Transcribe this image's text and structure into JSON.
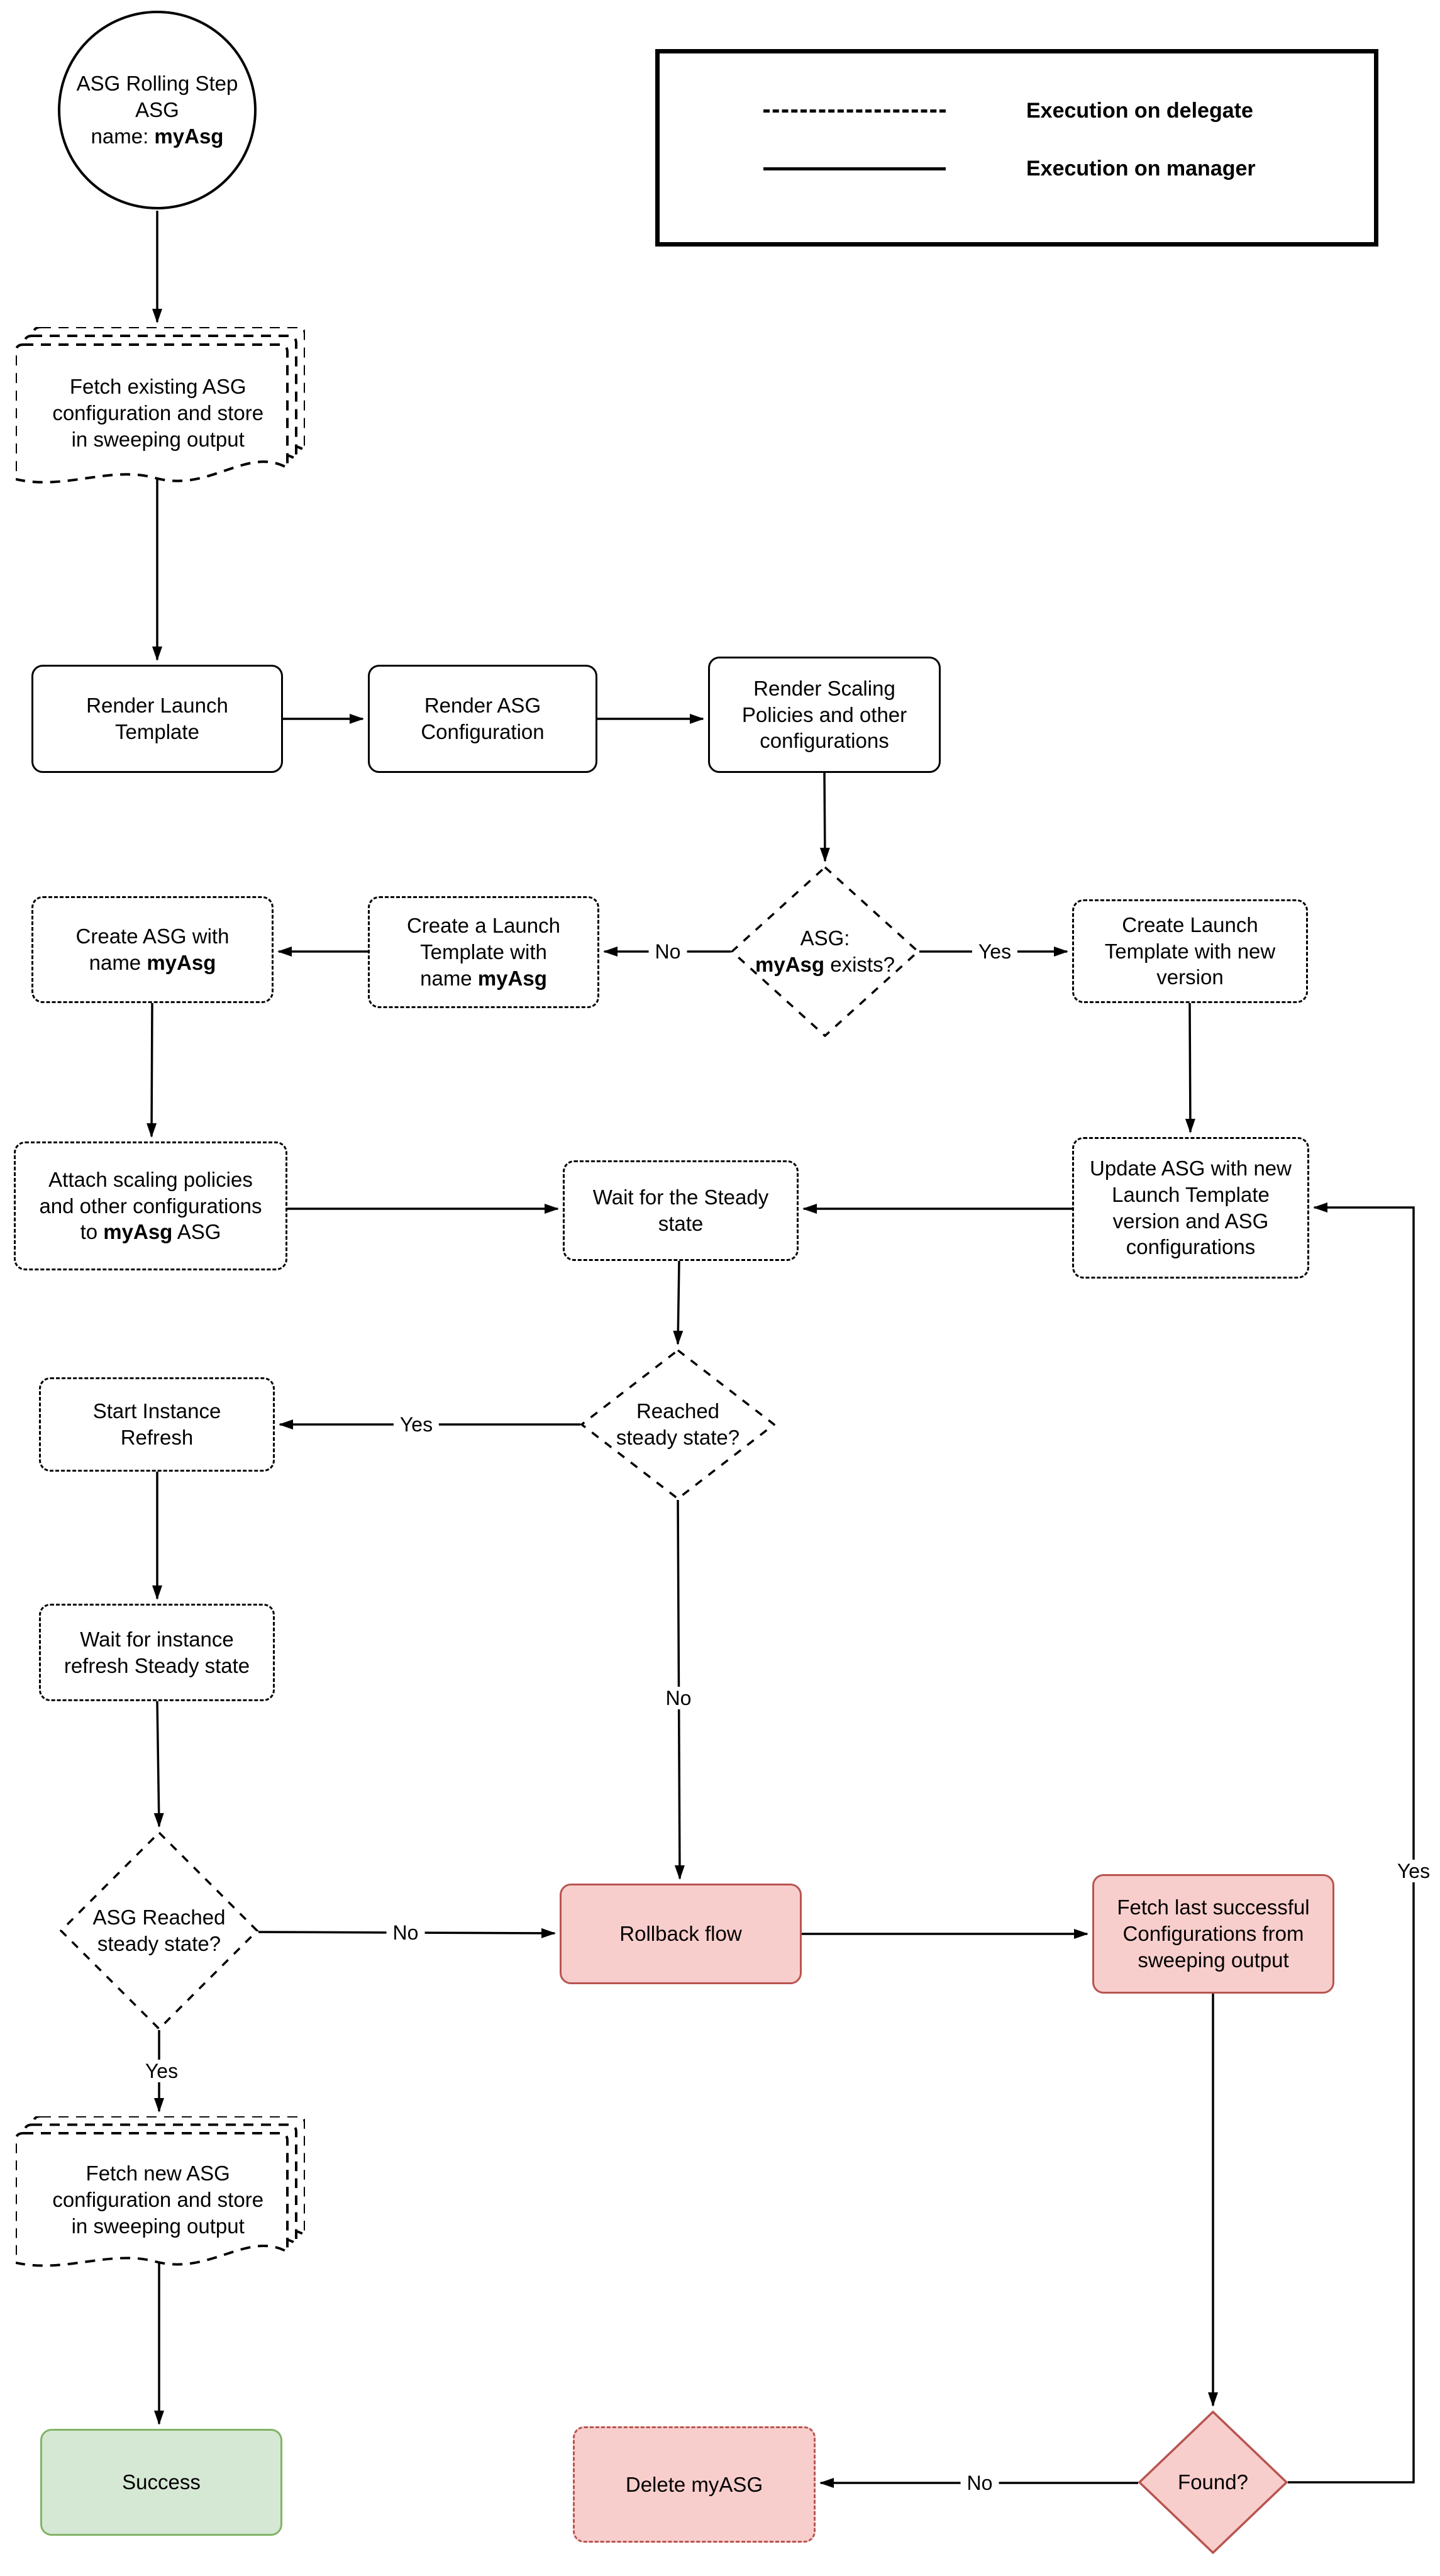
{
  "diagram": {
    "colors": {
      "line": "#000000",
      "danger_fill": "#f8cecc",
      "danger_border": "#b85450",
      "success_fill": "#d5e8d4",
      "success_border": "#82b366"
    },
    "legend": {
      "items": [
        {
          "id": "delegate",
          "line_style": "dashed",
          "label": "Execution on delegate"
        },
        {
          "id": "manager",
          "line_style": "solid",
          "label": "Execution on manager"
        }
      ]
    },
    "nodes": [
      {
        "id": "start",
        "shape": "circle",
        "exec": "manager",
        "label": "ASG Rolling Step\nASG\nname: **myAsg**"
      },
      {
        "id": "fetch-existing",
        "shape": "document-stack",
        "exec": "delegate",
        "label": "Fetch existing ASG\nconfiguration and store\nin sweeping output"
      },
      {
        "id": "render-launch-template",
        "shape": "rect",
        "exec": "manager",
        "label": "Render Launch\nTemplate"
      },
      {
        "id": "render-asg-config",
        "shape": "rect",
        "exec": "manager",
        "label": "Render ASG\nConfiguration"
      },
      {
        "id": "render-scaling",
        "shape": "rect",
        "exec": "manager",
        "label": "Render Scaling\nPolicies and other\nconfigurations"
      },
      {
        "id": "asg-exists",
        "shape": "diamond",
        "exec": "delegate",
        "label": "ASG:\n**myAsg** exists?"
      },
      {
        "id": "create-launch-template-myasg",
        "shape": "rect",
        "exec": "delegate",
        "label": "Create a Launch\nTemplate with\nname **myAsg**"
      },
      {
        "id": "create-asg",
        "shape": "rect",
        "exec": "delegate",
        "label": "Create ASG with\nname **myAsg**"
      },
      {
        "id": "create-launch-template-new",
        "shape": "rect",
        "exec": "delegate",
        "label": "Create Launch\nTemplate with new\nversion"
      },
      {
        "id": "attach-scaling",
        "shape": "rect",
        "exec": "delegate",
        "label": "Attach scaling policies\nand other configurations\nto **myAsg** ASG"
      },
      {
        "id": "wait-steady",
        "shape": "rect",
        "exec": "delegate",
        "label": "Wait for the Steady\nstate"
      },
      {
        "id": "update-asg",
        "shape": "rect",
        "exec": "delegate",
        "label": "Update ASG with new\nLaunch Template\nversion and ASG\nconfigurations"
      },
      {
        "id": "reached-steady",
        "shape": "diamond",
        "exec": "delegate",
        "label": "Reached\nsteady state?"
      },
      {
        "id": "start-instance-refresh",
        "shape": "rect",
        "exec": "delegate",
        "label": "Start Instance\nRefresh"
      },
      {
        "id": "wait-instance-refresh",
        "shape": "rect",
        "exec": "delegate",
        "label": "Wait for instance\nrefresh Steady state"
      },
      {
        "id": "asg-reached-steady",
        "shape": "diamond",
        "exec": "delegate",
        "label": "ASG Reached\nsteady state?"
      },
      {
        "id": "rollback-flow",
        "shape": "rect",
        "exec": "manager",
        "variant": "danger",
        "label": "Rollback flow"
      },
      {
        "id": "fetch-last-successful",
        "shape": "rect",
        "exec": "manager",
        "variant": "danger",
        "label": "Fetch last successful\nConfigurations from\nsweeping output"
      },
      {
        "id": "fetch-new",
        "shape": "document-stack",
        "exec": "delegate",
        "label": "Fetch new ASG\nconfiguration and store\nin sweeping output"
      },
      {
        "id": "success",
        "shape": "rect",
        "exec": "manager",
        "variant": "success",
        "label": "Success"
      },
      {
        "id": "delete-myasg",
        "shape": "rect",
        "exec": "delegate",
        "variant": "danger",
        "label": "Delete myASG"
      },
      {
        "id": "found",
        "shape": "diamond",
        "exec": "manager",
        "variant": "danger",
        "label": "Found?"
      }
    ],
    "edges": [
      {
        "id": "start-fetch"
      },
      {
        "id": "fetch-render"
      },
      {
        "id": "render1-render2"
      },
      {
        "id": "render2-render3"
      },
      {
        "id": "render3-exists"
      },
      {
        "id": "exists-no-create-lt",
        "label": "No"
      },
      {
        "id": "create-lt-create-asg"
      },
      {
        "id": "exists-yes-create-ltnew",
        "label": "Yes"
      },
      {
        "id": "create-asg-attach"
      },
      {
        "id": "create-ltnew-update"
      },
      {
        "id": "attach-wait"
      },
      {
        "id": "update-wait"
      },
      {
        "id": "wait-reached"
      },
      {
        "id": "reached-yes-start-ir",
        "label": "Yes"
      },
      {
        "id": "reached-no-rollback",
        "label": "No"
      },
      {
        "id": "start-ir-wait-ir"
      },
      {
        "id": "wait-ir-asg-reached"
      },
      {
        "id": "asg-reached-no-rollback",
        "label": "No"
      },
      {
        "id": "rollback-fetch-last"
      },
      {
        "id": "fetch-last-found"
      },
      {
        "id": "found-no-delete",
        "label": "No"
      },
      {
        "id": "found-yes-update",
        "label": "Yes"
      },
      {
        "id": "asg-reached-yes-fetch-new",
        "label": "Yes"
      },
      {
        "id": "fetch-new-success"
      }
    ]
  }
}
